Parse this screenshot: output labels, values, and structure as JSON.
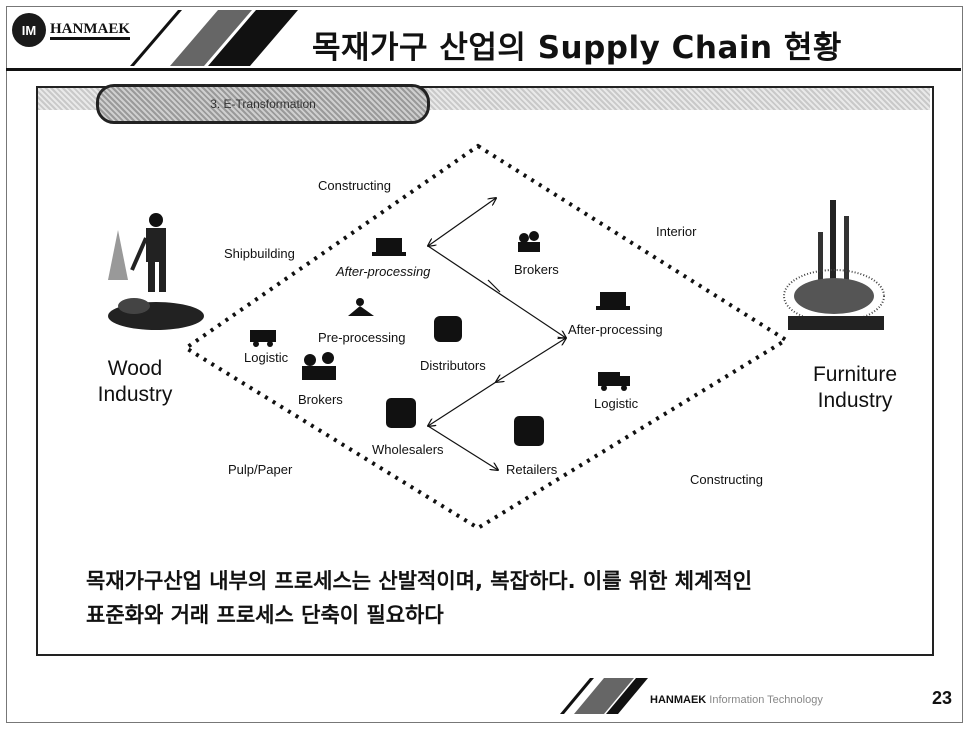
{
  "header": {
    "logo_text": "HANMAEK",
    "logo_badge": "IM",
    "title": "목재가구 산업의 Supply Chain 현황"
  },
  "section_tab": "3. E-Transformation",
  "diagram": {
    "left_industry": [
      "Wood",
      "Industry"
    ],
    "right_industry": [
      "Furniture",
      "Industry"
    ],
    "outer_labels": {
      "constructing_top": "Constructing",
      "shipbuilding": "Shipbuilding",
      "interior": "Interior",
      "pulp_paper": "Pulp/Paper",
      "constructing_bottom": "Constructing"
    },
    "nodes": {
      "after_processing_1": "After-processing",
      "brokers_1": "Brokers",
      "pre_processing": "Pre-processing",
      "logistic_1": "Logistic",
      "distributors": "Distributors",
      "after_processing_2": "After-processing",
      "brokers_2": "Brokers",
      "logistic_2": "Logistic",
      "wholesalers": "Wholesalers",
      "retailers": "Retailers"
    }
  },
  "summary": {
    "line1": "목재가구산업 내부의 프로세스는 산발적이며, 복잡하다. 이를 위한 체계적인",
    "line2": "표준화와 거래 프로세스 단축이 필요하다"
  },
  "footer": {
    "company": "HANMAEK",
    "tagline": "Information Technology",
    "page_number": "23"
  },
  "colors": {
    "ink": "#111111",
    "panel_border": "#222222",
    "shade": "#c9c9c9"
  }
}
